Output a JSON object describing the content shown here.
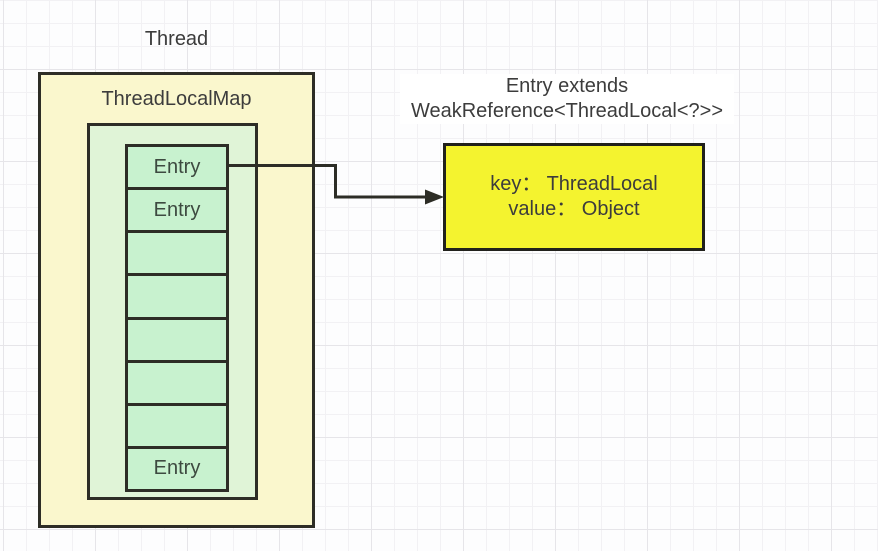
{
  "diagram": {
    "thread_label": "Thread",
    "map_label": "ThreadLocalMap",
    "entries": [
      {
        "label": "Entry"
      },
      {
        "label": "Entry"
      },
      {
        "label": ""
      },
      {
        "label": ""
      },
      {
        "label": ""
      },
      {
        "label": ""
      },
      {
        "label": ""
      },
      {
        "label": "Entry"
      }
    ],
    "note": {
      "line1": "Entry extends",
      "line2": "WeakReference<ThreadLocal<?>>"
    },
    "detail": {
      "line1": "key： ThreadLocal",
      "line2": "value： Object"
    },
    "colors": {
      "canvas_bg": "#FDFDFE",
      "grid_minor": "#F2F1F4",
      "grid_major": "#E6E5E9",
      "outer_box_fill": "#FAF7CD",
      "inner_box_fill": "#E0F4D7",
      "cell_fill": "#C8F2CF",
      "detail_box_fill": "#F4F32F",
      "stroke": "#2D2D26",
      "text": "#3C3C3C"
    }
  }
}
